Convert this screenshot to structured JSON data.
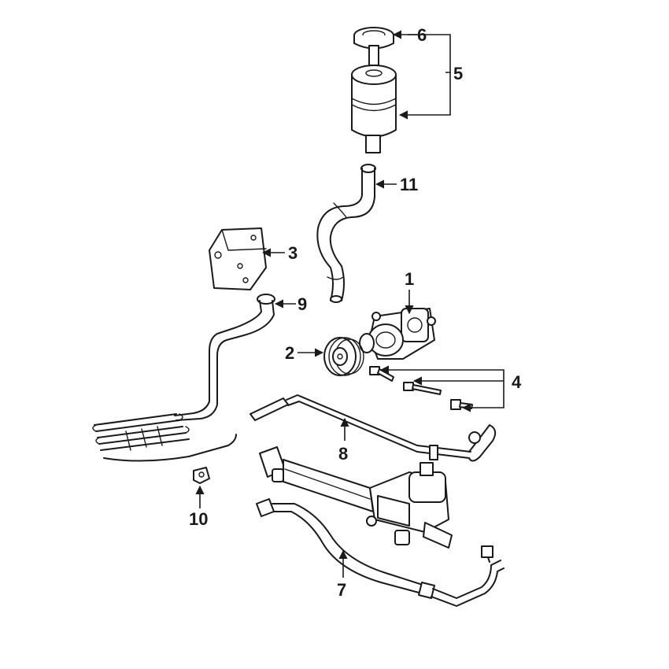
{
  "callouts": [
    {
      "id": "1",
      "part": "power-steering-pump"
    },
    {
      "id": "2",
      "part": "pump-pulley"
    },
    {
      "id": "3",
      "part": "mounting-bracket"
    },
    {
      "id": "4",
      "part": "pump-bolts"
    },
    {
      "id": "5",
      "part": "reservoir-assembly"
    },
    {
      "id": "6",
      "part": "reservoir-cap"
    },
    {
      "id": "7",
      "part": "pressure-hose"
    },
    {
      "id": "8",
      "part": "return-line"
    },
    {
      "id": "9",
      "part": "cooler-hose"
    },
    {
      "id": "10",
      "part": "line-clamp"
    },
    {
      "id": "11",
      "part": "reservoir-hose"
    }
  ],
  "colors": {
    "line": "#1a1a1a",
    "background": "#ffffff"
  }
}
